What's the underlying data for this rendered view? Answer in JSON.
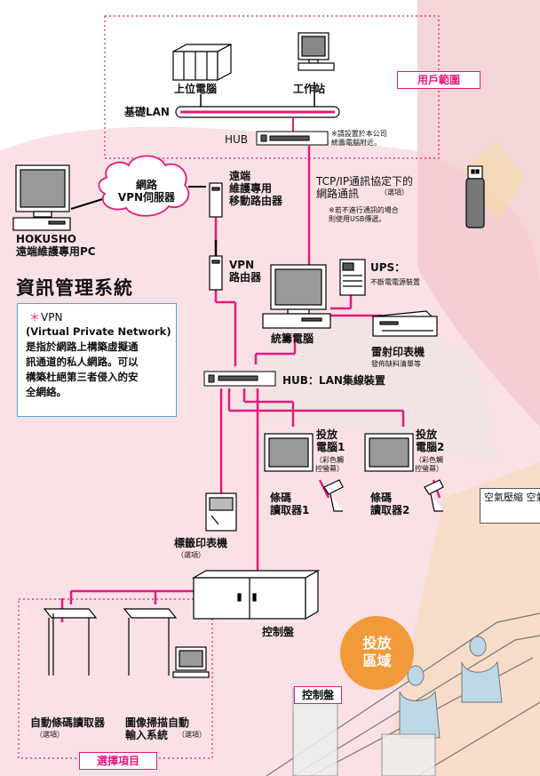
{
  "labels": {
    "host_pc": "上位電腦",
    "workstation": "工作站",
    "user_range": "用戶範圍",
    "base_lan": "基礎LAN",
    "hub_top": "HUB",
    "hub_top_note": "※請設置於本公司\n統籌電腦附近。",
    "network_vpn_server": "網路\nVPN伺服器",
    "remote_router": "遠端\n維護專用\n移動路由器",
    "tcpip": "TCP/IP通訊協定下的\n網路通訊",
    "tcpip_option": "（選項）",
    "tcpip_note": "※若不進行通訊的場合\n則使用USB傳遞。",
    "hokusho_pc": "HOKUSHO\n遠端維護專用PC",
    "system_title": "資訊管理系統",
    "vpn_router": "VPN\n路由器",
    "ups": "UPS：",
    "ups_sub": "不斷電電源裝置",
    "central_pc": "統籌電腦",
    "laser_printer": "雷射印表機",
    "laser_printer_sub": "發佈缺料清單等",
    "hub_lan": "HUB：LAN集線裝置",
    "vpn_note_star": "＊",
    "vpn_note_head": "VPN",
    "vpn_note_body": "(Virtual Private Network)\n是指於網路上構築虛擬通\n訊通道的私人網路。可以\n構築杜絕第三者侵入的安\n全網絡。",
    "pc1": "投放\n電腦1",
    "pc1_sub": "（彩色觸\n控螢幕）",
    "pc2": "投放\n電腦2",
    "pc2_sub": "（彩色觸\n控螢幕）",
    "barcode1": "條碼\n讀取器1",
    "barcode2": "條碼\n讀取器2",
    "label_printer": "標籤印表機",
    "label_printer_sub": "（選項）",
    "control_panel": "控制盤",
    "auto_barcode": "自動條碼讀取器",
    "auto_barcode_sub": "（選項）",
    "image_scan": "圖像掃描自動\n輸入系統",
    "image_scan_sub": "（選項）",
    "options": "選擇項目",
    "drop_area": "投放\n區域",
    "control_panel2": "控制盤",
    "air_side": "空氣壓縮\n空氣乾燥"
  },
  "colors": {
    "line": "#e5197f",
    "accent": "#f29a3a",
    "vpnbox": "#4aa6d8"
  }
}
